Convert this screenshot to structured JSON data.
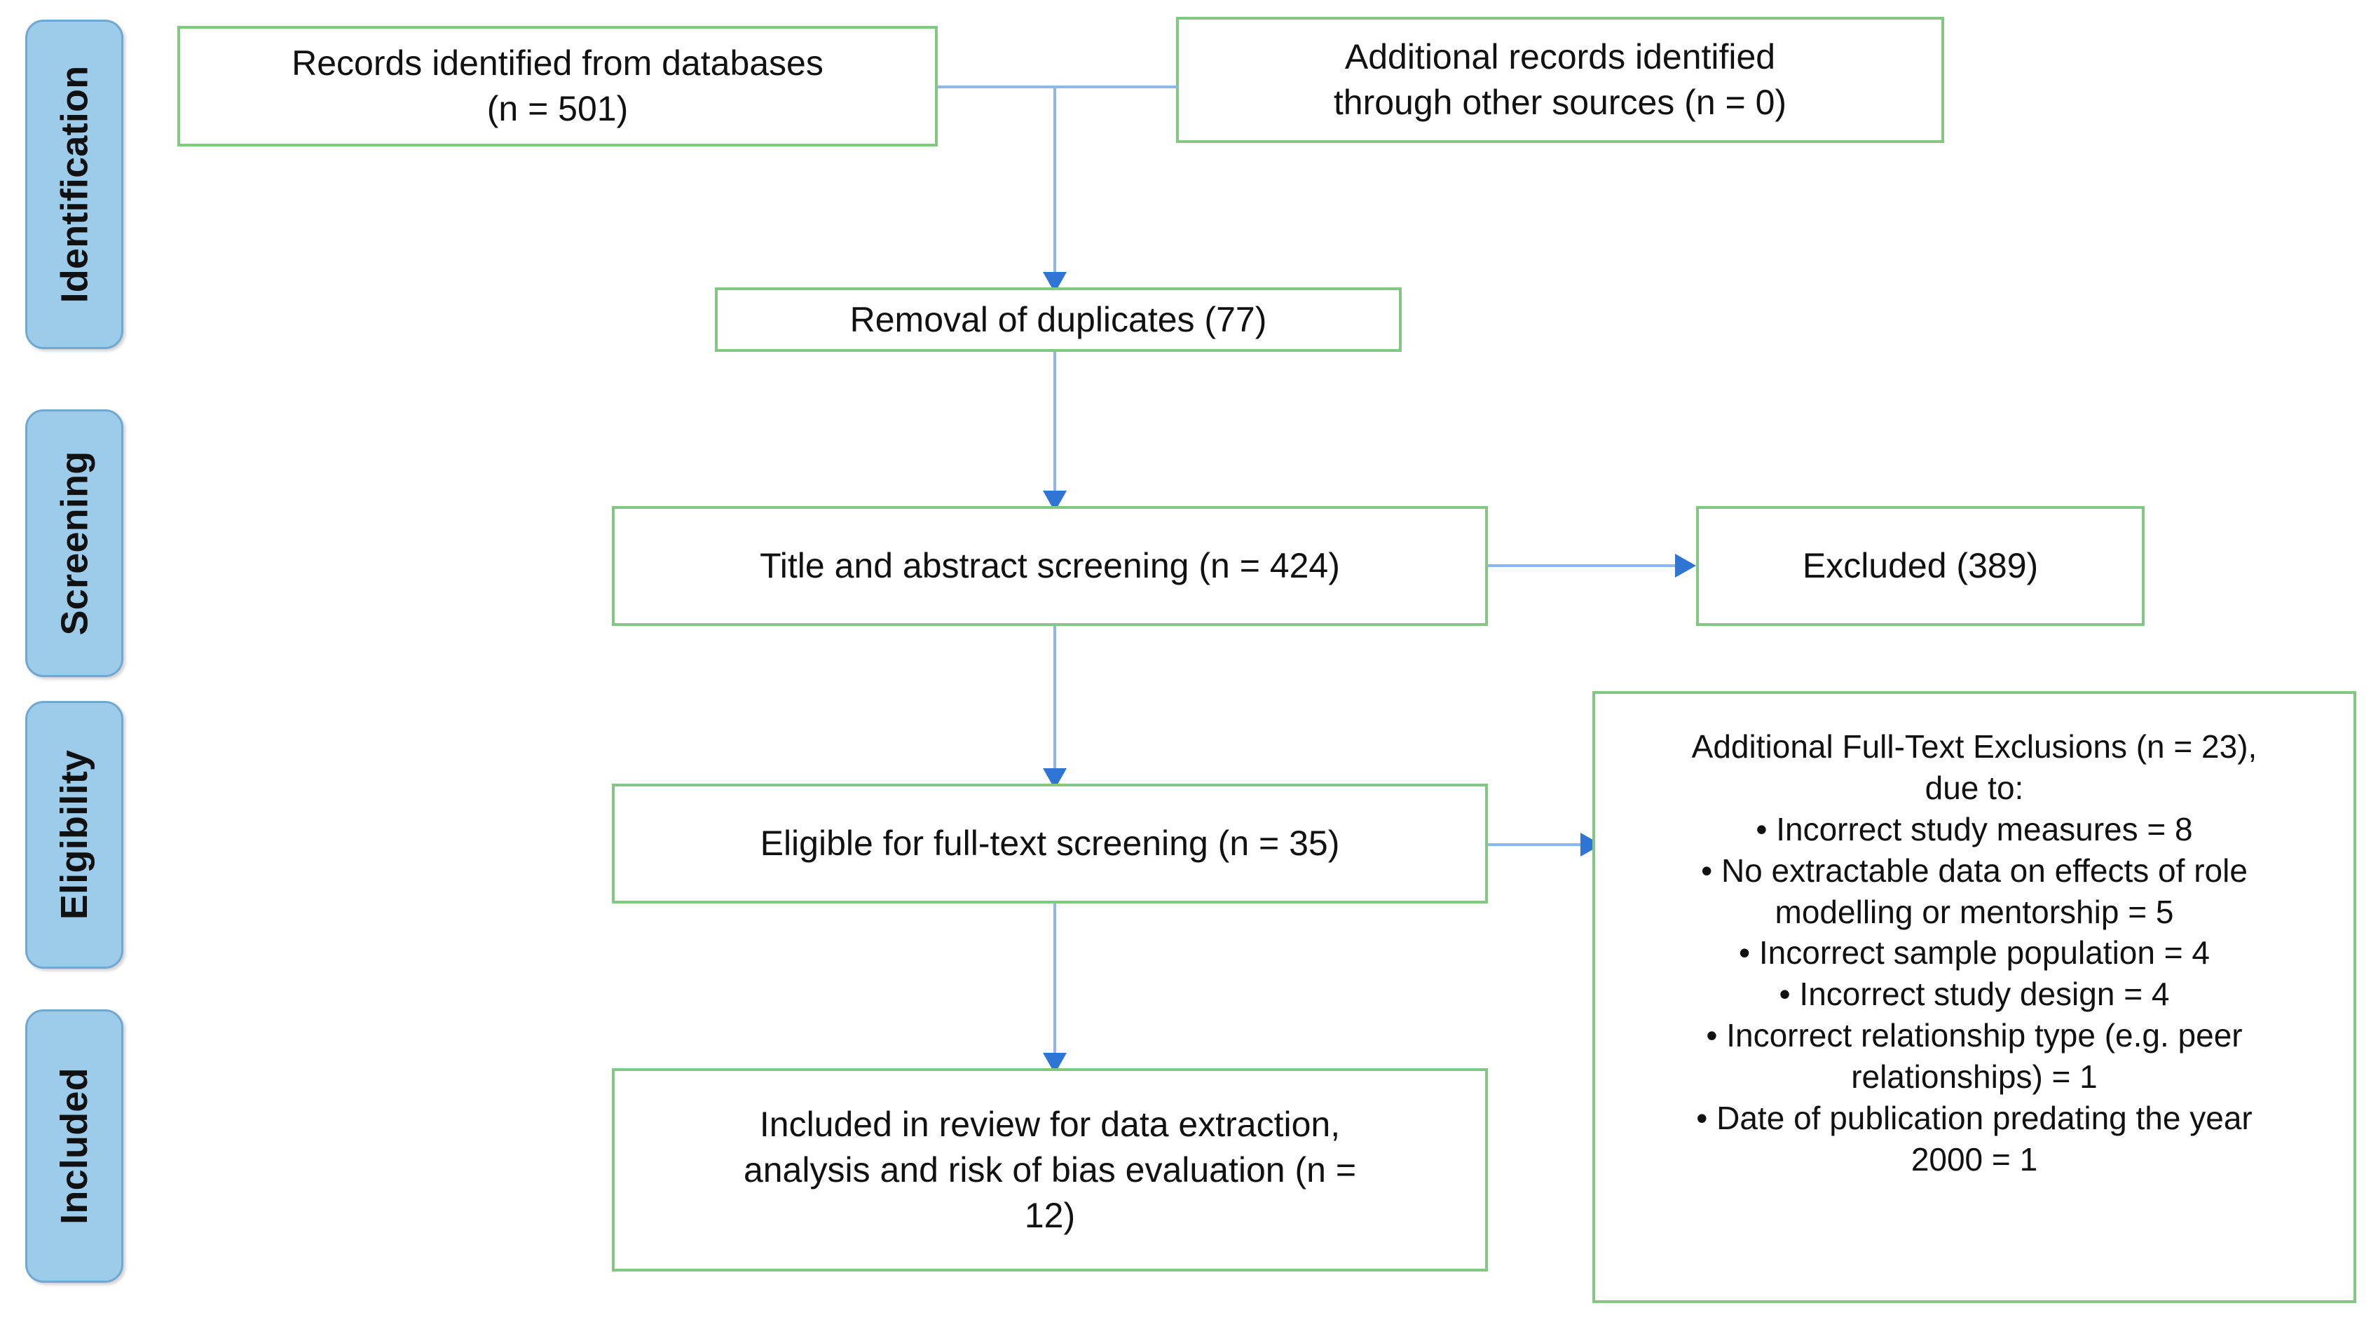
{
  "diagram": {
    "title": "PRISMA flow diagram",
    "colors": {
      "stage_label_fill": "#9DCBEA",
      "stage_label_border": "#6FA8D0",
      "box_border": "#82C782",
      "box_fill": "#FFFFFF",
      "connector_line": "#8FB7E8",
      "arrowhead": "#2E75D4",
      "text": "#111111"
    }
  },
  "stages": [
    {
      "label": "Identification"
    },
    {
      "label": "Screening"
    },
    {
      "label": "Eligibility"
    },
    {
      "label": "Included"
    }
  ],
  "boxes": {
    "records_databases": {
      "text": "Records identified from databases\n(n = 501)",
      "n": 501
    },
    "records_other_sources": {
      "text": "Additional records identified\nthrough other sources (n = 0)",
      "n": 0
    },
    "duplicates_removed": {
      "text": "Removal of duplicates (77)",
      "n": 77
    },
    "title_abstract_screening": {
      "text": "Title and abstract screening (n = 424)",
      "n": 424
    },
    "excluded_screening": {
      "text": "Excluded (389)",
      "n": 389
    },
    "eligible_fulltext": {
      "text": "Eligible for full-text screening (n = 35)",
      "n": 35
    },
    "fulltext_exclusions": {
      "heading": "Additional Full-Text Exclusions (n = 23),\ndue to:",
      "n": 23,
      "reasons": [
        {
          "label": "Incorrect study measures",
          "count": 8
        },
        {
          "label": "No extractable data on effects of role modelling or mentorship",
          "count": 5
        },
        {
          "label": "Incorrect sample population",
          "count": 4
        },
        {
          "label": "Incorrect study design",
          "count": 4
        },
        {
          "label": "Incorrect relationship type (e.g. peer relationships)",
          "count": 1
        },
        {
          "label": "Date of publication predating the year 2000",
          "count": 1
        }
      ],
      "text": "Additional Full-Text Exclusions (n = 23),\ndue to:\n• Incorrect study measures = 8\n• No extractable data on effects of role\nmodelling or mentorship = 5\n• Incorrect sample population = 4\n• Incorrect study design = 4\n• Incorrect relationship type (e.g. peer\nrelationships) = 1\n• Date of publication predating the year\n2000 = 1"
    },
    "included_review": {
      "text": "Included in review for data extraction,\nanalysis and risk of bias evaluation (n =\n12)",
      "n": 12
    }
  }
}
